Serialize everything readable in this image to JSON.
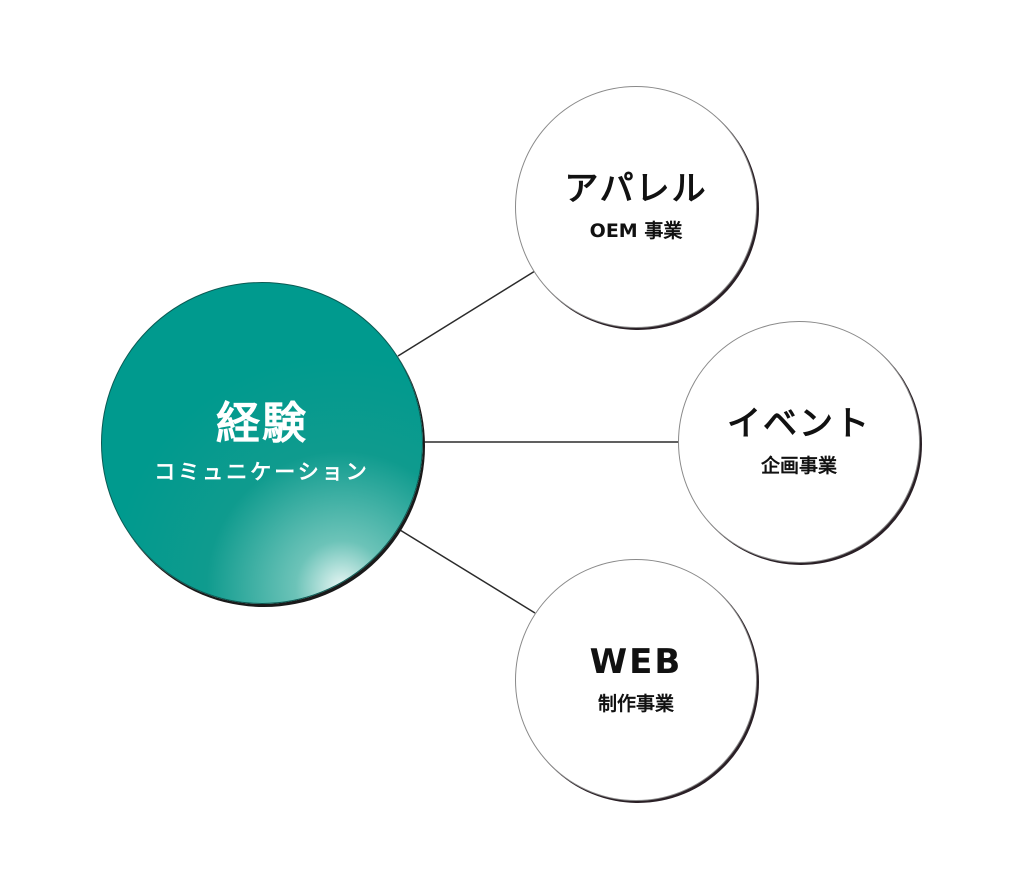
{
  "center": {
    "title": "経験",
    "subtitle": "コミュニケーション",
    "color": "#009a8e"
  },
  "nodes": [
    {
      "title": "アパレル",
      "subtitle": "OEM 事業"
    },
    {
      "title": "イベント",
      "subtitle": "企画事業"
    },
    {
      "title": "WEB",
      "subtitle": "制作事業"
    }
  ]
}
